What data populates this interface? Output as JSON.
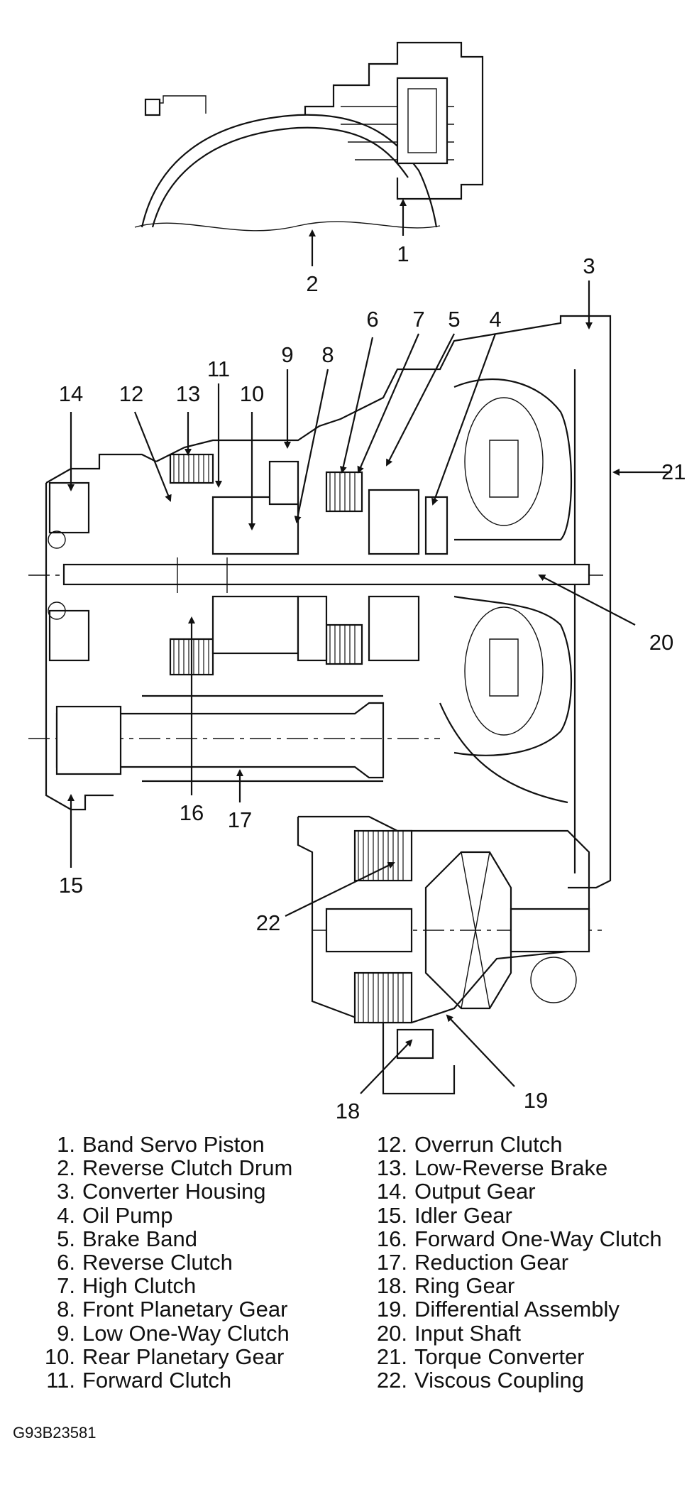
{
  "callouts": {
    "c1": "1",
    "c2": "2",
    "c3": "3",
    "c4": "4",
    "c5": "5",
    "c6": "6",
    "c7": "7",
    "c8": "8",
    "c9": "9",
    "c10": "10",
    "c11": "11",
    "c12": "12",
    "c13": "13",
    "c14": "14",
    "c15": "15",
    "c16": "16",
    "c17": "17",
    "c18": "18",
    "c19": "19",
    "c20": "20",
    "c21": "21",
    "c22": "22"
  },
  "legend": {
    "left": [
      {
        "num": "1.",
        "label": "Band Servo Piston"
      },
      {
        "num": "2.",
        "label": "Reverse Clutch Drum"
      },
      {
        "num": "3.",
        "label": "Converter Housing"
      },
      {
        "num": "4.",
        "label": "Oil Pump"
      },
      {
        "num": "5.",
        "label": "Brake Band"
      },
      {
        "num": "6.",
        "label": "Reverse Clutch"
      },
      {
        "num": "7.",
        "label": "High Clutch"
      },
      {
        "num": "8.",
        "label": "Front Planetary Gear"
      },
      {
        "num": "9.",
        "label": "Low One-Way Clutch"
      },
      {
        "num": "10.",
        "label": "Rear Planetary Gear"
      },
      {
        "num": "11.",
        "label": "Forward Clutch"
      }
    ],
    "right": [
      {
        "num": "12.",
        "label": "Overrun Clutch"
      },
      {
        "num": "13.",
        "label": "Low-Reverse Brake"
      },
      {
        "num": "14.",
        "label": "Output Gear"
      },
      {
        "num": "15.",
        "label": "Idler Gear"
      },
      {
        "num": "16.",
        "label": "Forward One-Way Clutch"
      },
      {
        "num": "17.",
        "label": "Reduction Gear"
      },
      {
        "num": "18.",
        "label": "Ring Gear"
      },
      {
        "num": "19.",
        "label": "Differential Assembly"
      },
      {
        "num": "20.",
        "label": "Input Shaft"
      },
      {
        "num": "21.",
        "label": "Torque Converter"
      },
      {
        "num": "22.",
        "label": "Viscous Coupling"
      }
    ]
  },
  "figure_code": "G93B23581"
}
